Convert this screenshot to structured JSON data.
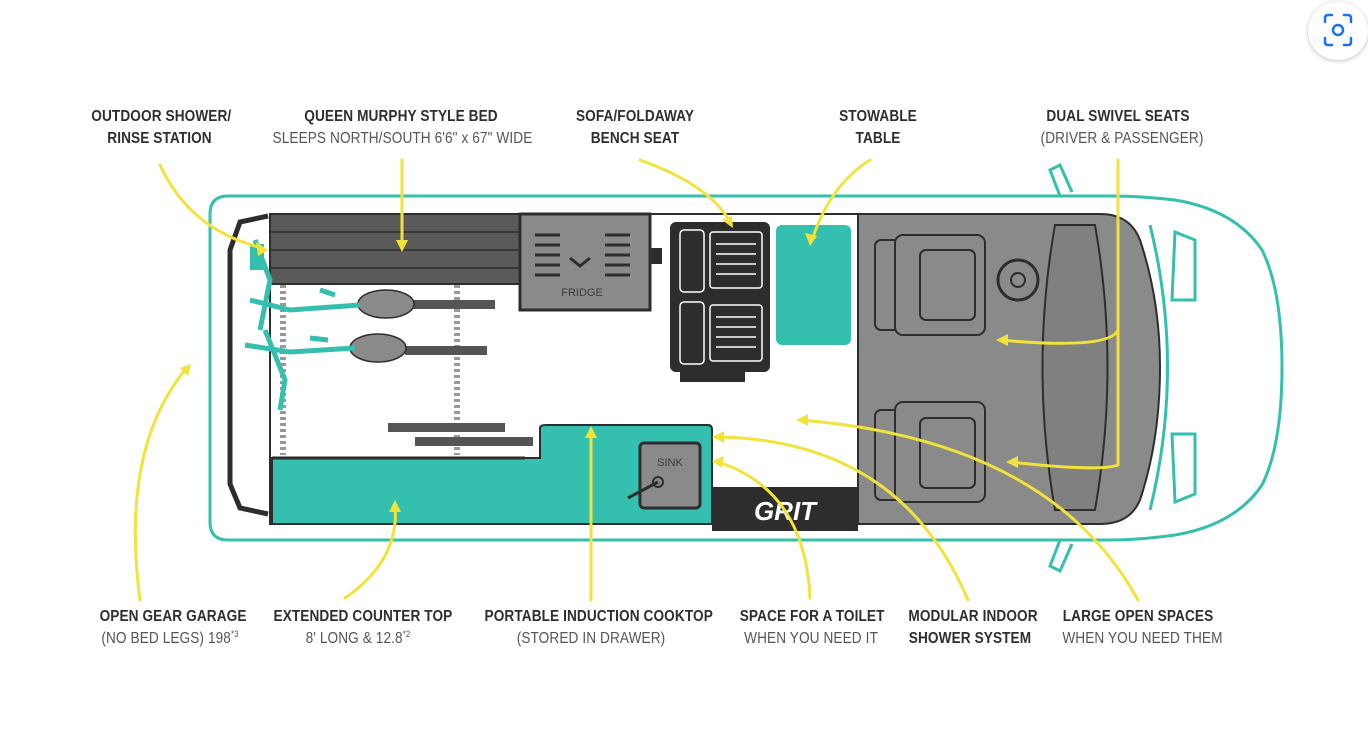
{
  "labels": {
    "outdoor_shower": {
      "line1": "OUTDOOR SHOWER/",
      "line2": "RINSE STATION"
    },
    "murphy_bed": {
      "line1": "QUEEN MURPHY STYLE BED",
      "line2": "SLEEPS NORTH/SOUTH 6'6\" x 67\" WIDE"
    },
    "sofa": {
      "line1": "SOFA/FOLDAWAY",
      "line2": "BENCH SEAT"
    },
    "table": {
      "line1": "STOWABLE",
      "line2": "TABLE"
    },
    "swivel": {
      "line1": "DUAL SWIVEL SEATS",
      "line2": "(DRIVER & PASSENGER)"
    },
    "gear_garage": {
      "line1": "OPEN GEAR GARAGE",
      "line2": "(NO BED LEGS) 198",
      "sup": "*3"
    },
    "counter": {
      "line1": "EXTENDED COUNTER TOP",
      "line2": "8' LONG & 12.8",
      "sup": "*2"
    },
    "cooktop": {
      "line1": "PORTABLE INDUCTION COOKTOP",
      "line2": "(STORED IN DRAWER)"
    },
    "toilet": {
      "line1": "SPACE FOR A TOILET",
      "line2": "WHEN YOU NEED IT"
    },
    "shower_system": {
      "line1": "MODULAR INDOOR",
      "line2": "SHOWER SYSTEM"
    },
    "open_spaces": {
      "line1": "LARGE OPEN SPACES",
      "line2": "WHEN YOU NEED THEM"
    }
  },
  "fixtures": {
    "fridge": "FRIDGE",
    "sink": "SINK",
    "brand": "GRIT"
  },
  "icons": {
    "lens_button": "visual-search-icon"
  },
  "colors": {
    "teal": "#34bfae",
    "dark": "#2d2d2d",
    "gray": "#8a8a8a",
    "arrow": "#f2e33a"
  }
}
